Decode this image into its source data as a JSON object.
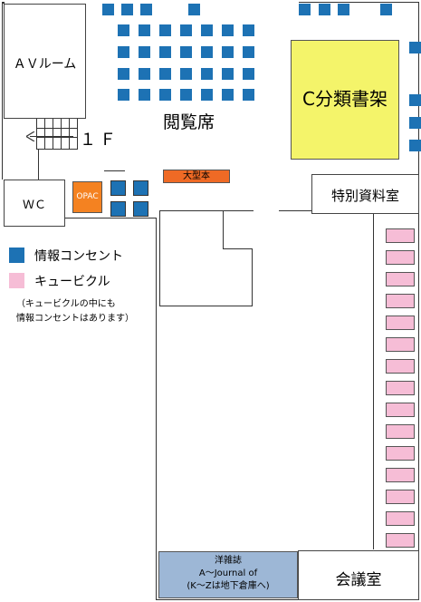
{
  "rooms": {
    "av_room": "ＡＶルーム",
    "reading_room": "閲覧席",
    "c_stacks": "C分類書架",
    "special_materials": "特別資料室",
    "wc": "ＷＣ",
    "opac": "OPAC",
    "oversize": "大型本",
    "meeting_room": "会議室",
    "floor": "１Ｆ",
    "journals": [
      "洋雑誌",
      "A～Journal of",
      "(K～Zは地下倉庫へ)"
    ]
  },
  "legend": {
    "outlet": "情報コンセント",
    "cubicle": "キュービクル",
    "note_line1": "（キュービクルの中にも",
    "note_line2": "情報コンセントはあります）"
  },
  "colors": {
    "outlet": "#1d72b4",
    "cubicle": "#f6bdd6",
    "c_stacks": "#f4f46a",
    "oversize": "#ef6a25",
    "opac": "#f48221",
    "journals": "#9db7d6"
  }
}
